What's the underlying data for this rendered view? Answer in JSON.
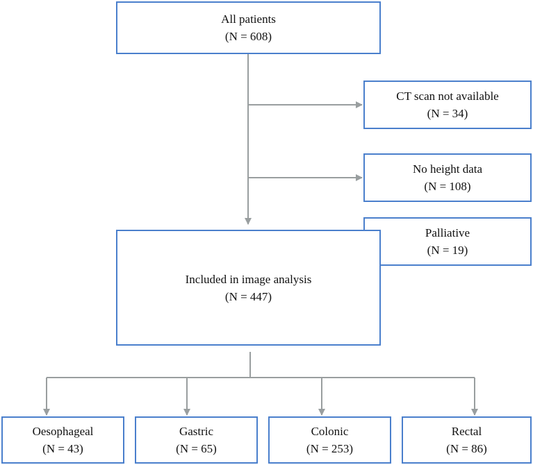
{
  "title": "",
  "nodes": {
    "all_patients": {
      "label": "All patients",
      "count": "(N = 608)"
    },
    "ct_not_available": {
      "label": "CT scan not available",
      "count": "(N = 34)"
    },
    "no_height": {
      "label": "No height data",
      "count": "(N = 108)"
    },
    "palliative": {
      "label": "Palliative",
      "count": "(N = 19)"
    },
    "included": {
      "label": "Included in image analysis",
      "count": "(N = 447)"
    },
    "oesophageal": {
      "label": "Oesophageal",
      "count": "(N = 43)"
    },
    "gastric": {
      "label": "Gastric",
      "count": "(N = 65)"
    },
    "colonic": {
      "label": "Colonic",
      "count": "(N = 253)"
    },
    "rectal": {
      "label": "Rectal",
      "count": "(N = 86)"
    }
  },
  "colors": {
    "box_border": "#4a7fcc",
    "connector": "#999e9f",
    "text": "#111111"
  }
}
